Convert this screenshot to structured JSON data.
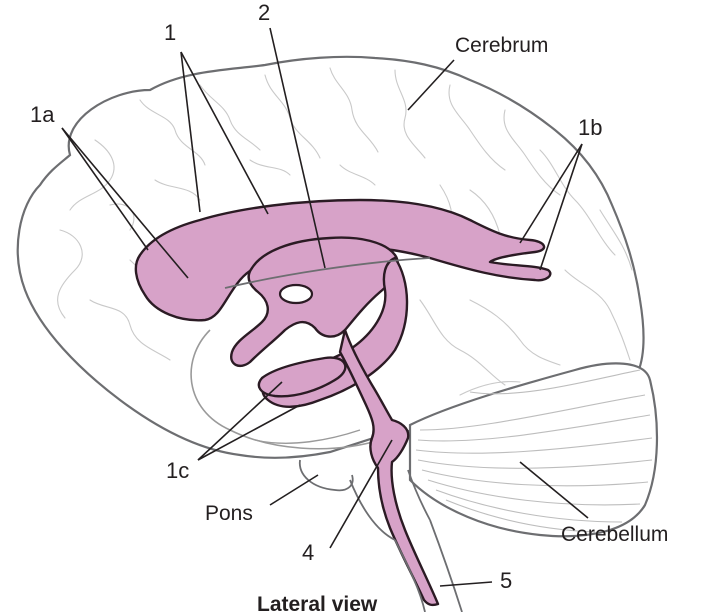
{
  "labels": {
    "n1": "1",
    "n2": "2",
    "n1a": "1a",
    "n1b": "1b",
    "n1c": "1c",
    "n4": "4",
    "n5": "5",
    "cerebrum": "Cerebrum",
    "pons": "Pons",
    "cerebellum": "Cerebellum",
    "view": "Lateral view"
  },
  "colors": {
    "ventricle_fill": "#d7a2c8",
    "ventricle_outline": "#2b1b24",
    "brain_outline": "#6d6e71",
    "sulci": "#c9c9c9",
    "text": "#231f20"
  }
}
